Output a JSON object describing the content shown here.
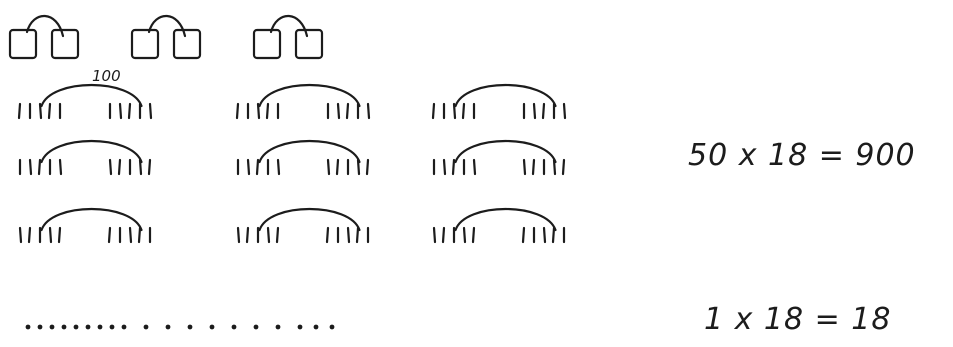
{
  "sheet": {
    "annotation": "100",
    "equations": [
      "50 x 18 = 900",
      "1 x 18 = 18"
    ]
  },
  "boxes": {
    "pairs": 3
  },
  "tallies": {
    "rows": 3,
    "pairs_per_row": 3,
    "groups_per_pair": 2
  },
  "dots": {
    "count": 19
  },
  "colors": {
    "ink": "#1c1c1c",
    "paper": "#ffffff"
  }
}
